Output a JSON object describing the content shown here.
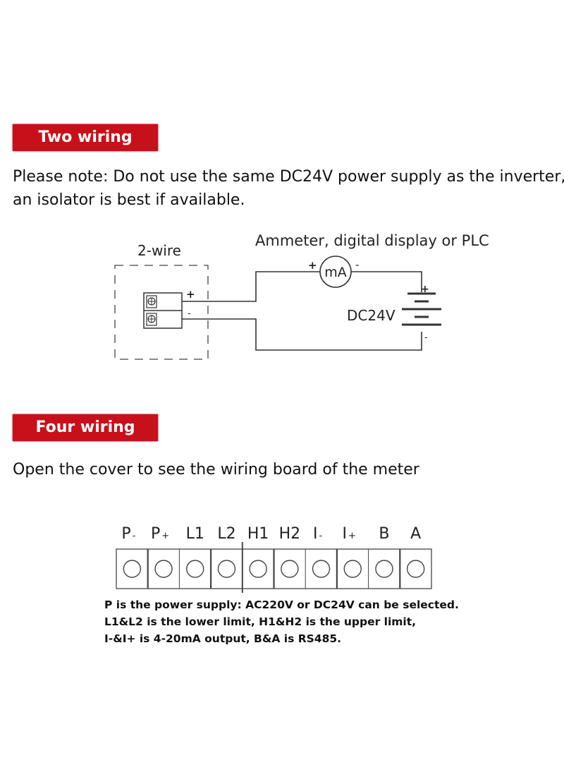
{
  "two_wiring": {
    "header": "Two wiring",
    "note_line1": "Please note: Do not use the same DC24V power supply as the inverter,",
    "note_line2": "an isolator is best if available.",
    "device_label": "2-wire",
    "terminal_plus": "+",
    "terminal_minus": "-",
    "ammeter_label": "Ammeter, digital display or PLC",
    "ammeter_symbol": "mA",
    "ammeter_plus": "+",
    "ammeter_minus": "-",
    "supply_label": "DC24V",
    "supply_plus": "+",
    "supply_minus": "-"
  },
  "four_wiring": {
    "header": "Four wiring",
    "note": "Open the cover to see the wiring board of the meter",
    "terminals": [
      {
        "main": "P",
        "sub": "-"
      },
      {
        "main": "P",
        "sub": "+"
      },
      {
        "main": "L1",
        "sub": ""
      },
      {
        "main": "L2",
        "sub": ""
      },
      {
        "main": "H1",
        "sub": ""
      },
      {
        "main": "H2",
        "sub": ""
      },
      {
        "main": "I",
        "sub": "-"
      },
      {
        "main": "I",
        "sub": "+"
      },
      {
        "main": "B",
        "sub": ""
      },
      {
        "main": "A",
        "sub": ""
      }
    ],
    "desc_line1": "P is the power supply: AC220V or DC24V can be selected.",
    "desc_line2": "L1&L2 is the lower limit, H1&H2 is the upper limit,",
    "desc_line3": "I-&I+ is 4-20mA output, B&A is RS485."
  },
  "colors": {
    "header_bg": "#c8101a",
    "line": "#333333"
  }
}
